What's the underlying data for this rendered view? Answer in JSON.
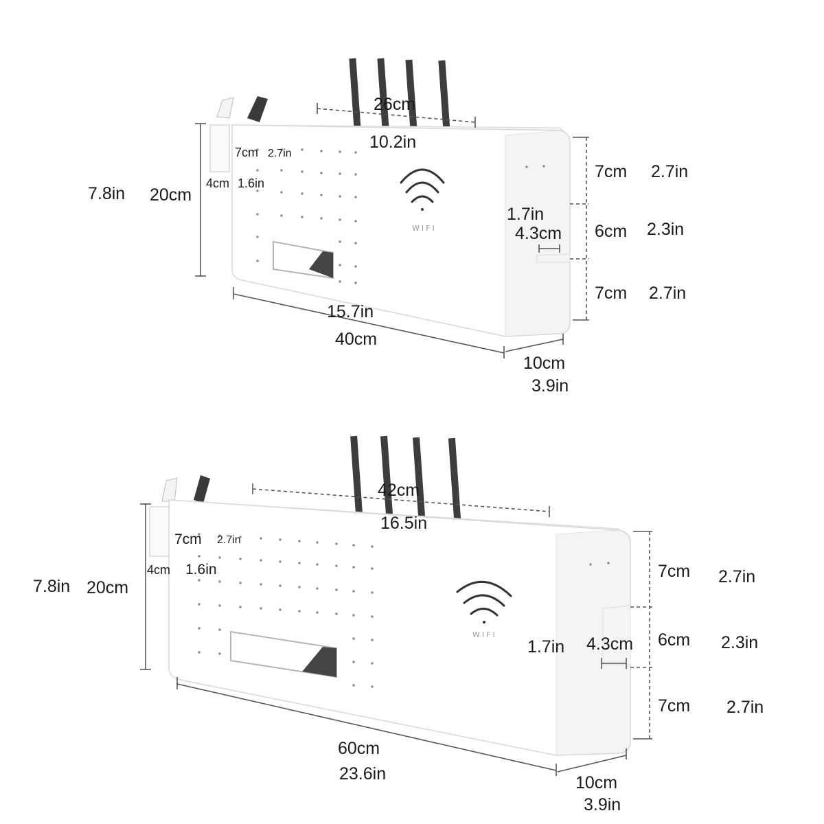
{
  "top_unit": {
    "width_cm": "40cm",
    "width_in": "15.7in",
    "top_cm": "26cm",
    "top_in": "10.2in",
    "height_cm": "20cm",
    "height_in": "7.8in",
    "depth_cm": "10cm",
    "depth_in": "3.9in",
    "holder_h_cm": "7cm",
    "holder_h_in": "2.7in",
    "holder_w_cm": "4cm",
    "holder_w_in": "1.6in",
    "slot_cm": "4.3cm",
    "slot_in": "1.7in",
    "seg1_cm": "7cm",
    "seg1_in": "2.7in",
    "seg2_cm": "6cm",
    "seg2_in": "2.3in",
    "seg3_cm": "7cm",
    "seg3_in": "2.7in",
    "wifi_label": "WIFI"
  },
  "bottom_unit": {
    "width_cm": "60cm",
    "width_in": "23.6in",
    "top_cm": "42cm",
    "top_in": "16.5in",
    "height_cm": "20cm",
    "height_in": "7.8in",
    "depth_cm": "10cm",
    "depth_in": "3.9in",
    "holder_h_cm": "7cm",
    "holder_h_in": "2.7in",
    "holder_w_cm": "4cm",
    "holder_w_in": "1.6in",
    "slot_cm": "4.3cm",
    "slot_in": "1.7in",
    "seg1_cm": "7cm",
    "seg1_in": "2.7in",
    "seg2_cm": "6cm",
    "seg2_in": "2.3in",
    "seg3_cm": "7cm",
    "seg3_in": "2.7in",
    "wifi_label": "WIFI"
  },
  "colors": {
    "box": "#ffffff",
    "antenna": "#3d3d3d",
    "dimension_line": "#555555",
    "text": "#1a1a1a"
  }
}
